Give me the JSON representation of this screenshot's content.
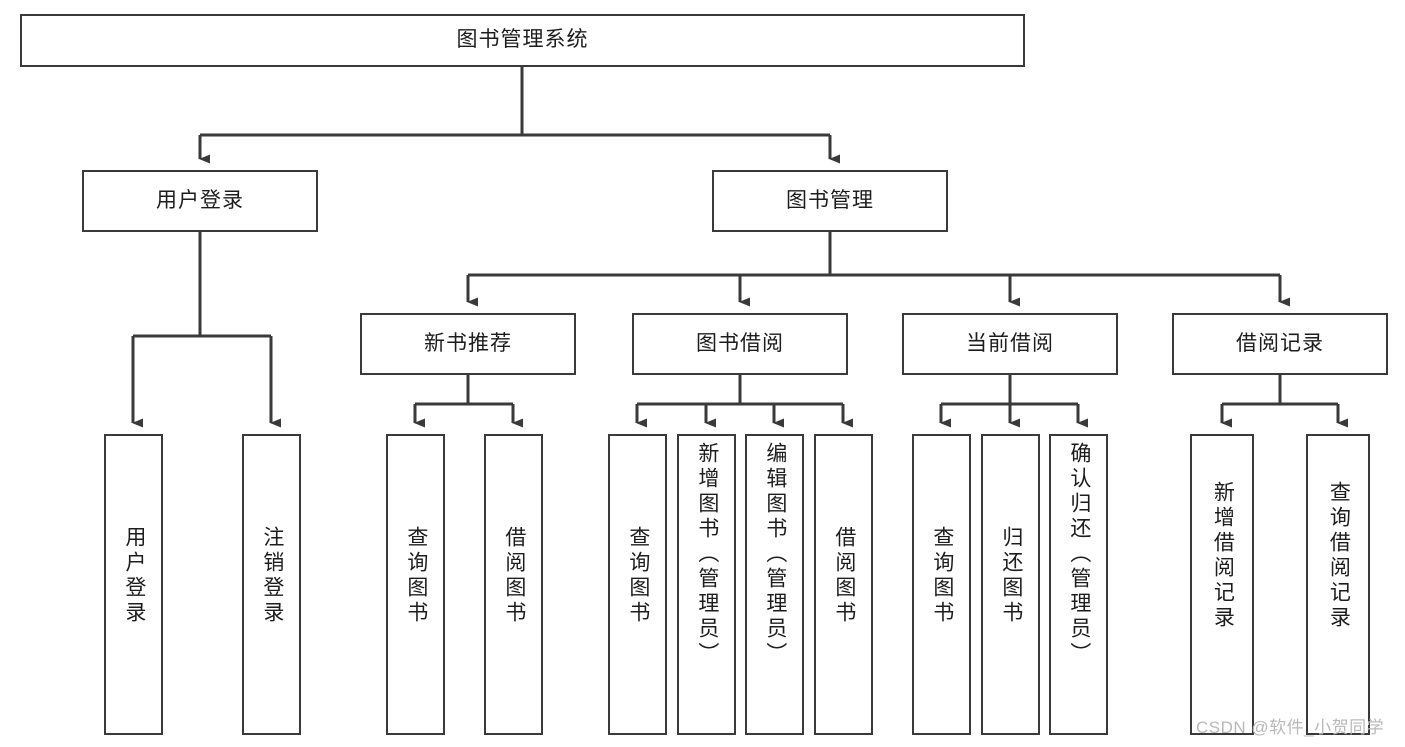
{
  "diagram": {
    "type": "tree-hierarchy-flowchart",
    "title": "图书管理系统",
    "line_color": "#3a3a3a",
    "box_border_color": "#3a3a3a",
    "box_fill_color": "#ffffff",
    "text_color": "#1d1d1d",
    "root": {
      "label": "图书管理系统"
    },
    "level1": [
      {
        "label": "用户登录"
      },
      {
        "label": "图书管理"
      }
    ],
    "level2": [
      {
        "label": "新书推荐"
      },
      {
        "label": "图书借阅"
      },
      {
        "label": "当前借阅"
      },
      {
        "label": "借阅记录"
      }
    ],
    "leaves": {
      "user_login": [
        {
          "label": "用户登录"
        },
        {
          "label": "注销登录"
        }
      ],
      "new_book_recommend": [
        {
          "label": "查询图书"
        },
        {
          "label": "借阅图书"
        }
      ],
      "book_borrow": [
        {
          "label": "查询图书"
        },
        {
          "label": "新增图书（管理员）"
        },
        {
          "label": "编辑图书（管理员）"
        },
        {
          "label": "借阅图书"
        }
      ],
      "current_borrow": [
        {
          "label": "查询图书"
        },
        {
          "label": "归还图书"
        },
        {
          "label": "确认归还（管理员）"
        }
      ],
      "borrow_records": [
        {
          "label": "新增借阅记录"
        },
        {
          "label": "查询借阅记录"
        }
      ]
    }
  },
  "watermark": {
    "text": "CSDN @软件_小贺同学"
  }
}
